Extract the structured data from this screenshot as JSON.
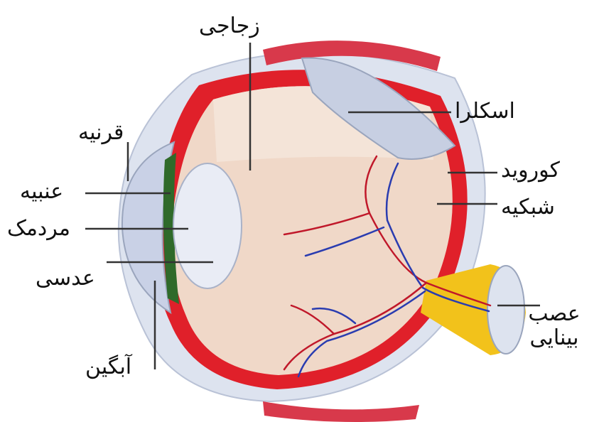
{
  "labels": {
    "vitreous": "زجاجی",
    "sclera": "اسکلرا",
    "cornea": "قرنیه",
    "choroid": "کوروید",
    "iris": "عنبیه",
    "retina": "شبکیه",
    "pupil": "مردمک",
    "lens": "عدسی",
    "aqueous": "آبگین",
    "optic_nerve_line1": "عصب",
    "optic_nerve_line2": "بینایی"
  },
  "colors": {
    "choroid_red": "#e0202a",
    "sclera_light": "#dde3ef",
    "vitreous_fill": "#f0d8c8",
    "optic_yellow": "#f2c21b",
    "iris_green": "#2f6a2a",
    "vessel_red": "#c0182a",
    "vessel_blue": "#2a3cb0",
    "leader_line": "#333333"
  }
}
